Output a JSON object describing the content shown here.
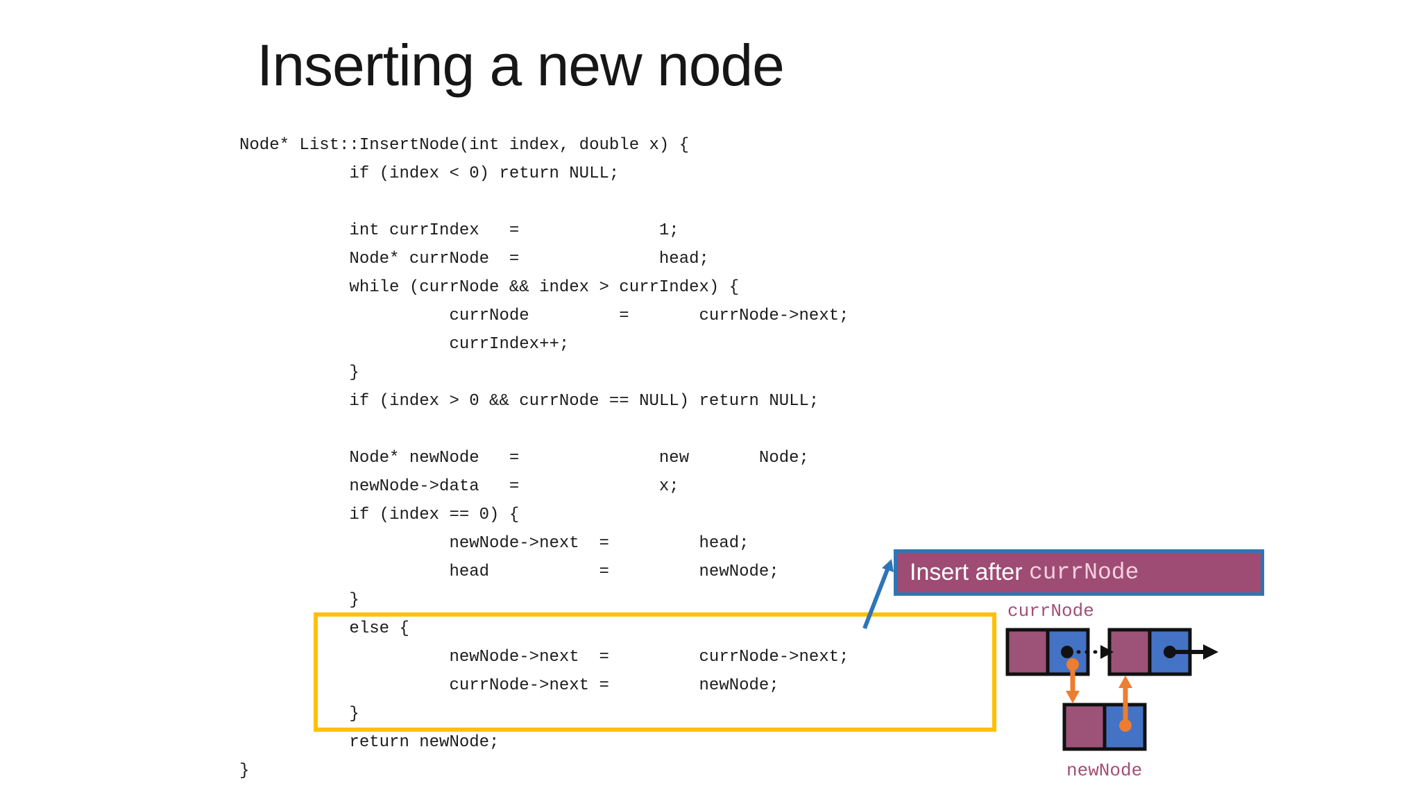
{
  "slide": {
    "title": "Inserting a new node"
  },
  "code": {
    "text": "Node* List::InsertNode(int index, double x) {\n           if (index < 0) return NULL;\n\n           int currIndex   =              1;\n           Node* currNode  =              head;\n           while (currNode && index > currIndex) {\n                     currNode         =       currNode->next;\n                     currIndex++;\n           }\n           if (index > 0 && currNode == NULL) return NULL;\n\n           Node* newNode   =              new       Node;\n           newNode->data   =              x;\n           if (index == 0) {\n                     newNode->next  =         head;\n                     head           =         newNode;\n           }\n           else {\n                     newNode->next  =         currNode->next;\n                     currNode->next =         newNode;\n           }\n           return newNode;\n}"
  },
  "callout": {
    "label": "Insert after ",
    "code_term": "currNode"
  },
  "diagram": {
    "curr_node_label": "currNode",
    "new_node_label": "newNode"
  },
  "colors": {
    "highlight_yellow": "#FFC000",
    "callout_border_blue": "#2E75B6",
    "callout_fill_purple": "#9E4C73",
    "callout_code_text": "#F6D0E2",
    "node_data_purple": "#9C5377",
    "node_next_blue": "#4472C4",
    "pointer_arrow_orange": "#ED7D31",
    "diagram_label_mauve": "#A34E76",
    "annotation_arrow_blue": "#2E75B6",
    "code_text": "#1c1c1c"
  }
}
